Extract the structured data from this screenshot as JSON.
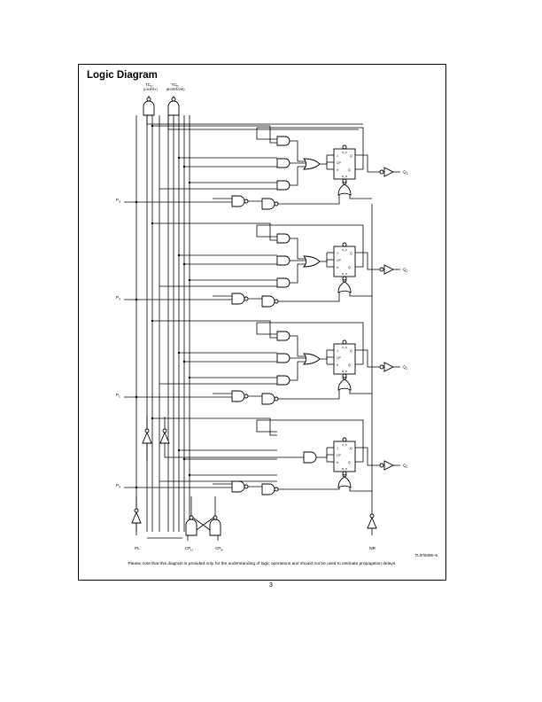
{
  "title": "Logic Diagram",
  "top_pins": [
    {
      "name": "TC_U",
      "label": "(CARRY)"
    },
    {
      "name": "TC_D",
      "label": "(BORROW)"
    }
  ],
  "left_inputs": [
    "P_3",
    "P_2",
    "P_1",
    "P_0"
  ],
  "outputs": [
    "Q_3",
    "Q_2",
    "Q_1",
    "Q_0"
  ],
  "bottom_pins": [
    "PL",
    "CP_U",
    "CP_D",
    "MR"
  ],
  "ff_pins": {
    "sd": "S_D",
    "rd": "R_D",
    "j": "J",
    "k": "K",
    "cp": "CP",
    "q": "Q",
    "qbar": "Q̄"
  },
  "figure_id": "TL/F/9496–5",
  "note": "Please note that this diagram is provided only for the understanding of logic operations and should not be used to estimate propagation delays.",
  "page_number": "3"
}
